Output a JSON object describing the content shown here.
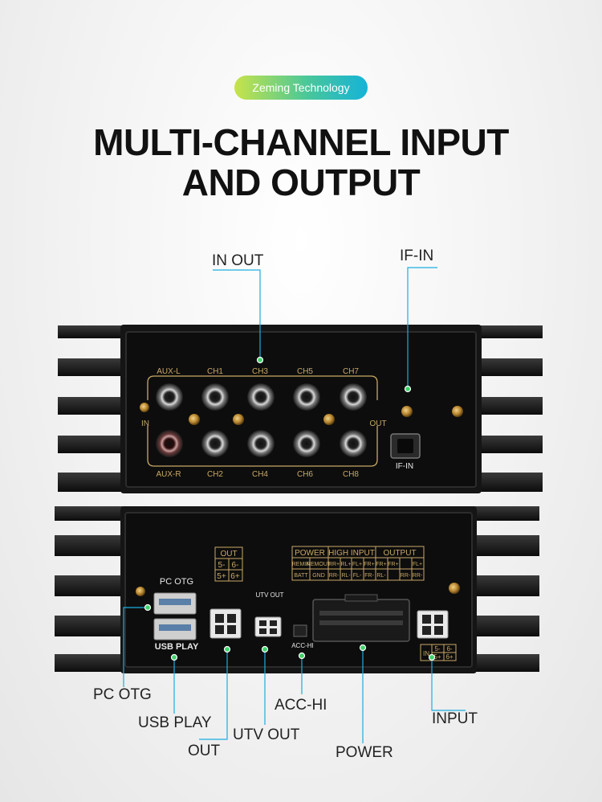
{
  "brand_badge": "Zeming Technology",
  "headline": {
    "line1": "MULTI-CHANNEL INPUT",
    "line2": "AND OUTPUT"
  },
  "callouts": {
    "in_out": "IN OUT",
    "if_in": "IF-IN",
    "pc_otg": "PC OTG",
    "usb_play": "USB PLAY",
    "out": "OUT",
    "utv_out": "UTV OUT",
    "acc_hi": "ACC-HI",
    "power": "POWER",
    "input": "INPUT"
  },
  "top_panel": {
    "top_labels": [
      "AUX-L",
      "CH1",
      "CH3",
      "CH5",
      "CH7"
    ],
    "bottom_labels": [
      "AUX-R",
      "CH2",
      "CH4",
      "CH6",
      "CH8"
    ],
    "in_label": "IN",
    "out_label": "OUT",
    "ifin_label": "IF-IN"
  },
  "bottom_panel": {
    "pc_otg_silk": "PC  OTG",
    "usb_play_silk": "USB PLAY",
    "out_table": {
      "title": "OUT",
      "cells": [
        "5-",
        "6-",
        "5+",
        "6+"
      ]
    },
    "utv_out_silk": "UTV OUT",
    "acc_hi_silk": "ACC-HI",
    "pin_table": {
      "headers": [
        "POWER",
        "HIGH INPUT",
        "OUTPUT"
      ],
      "row1": [
        "REMIN",
        "REMOUT",
        "RR+",
        "RL+",
        "FL+",
        "FR+",
        "FR+",
        "FR+",
        "FL+"
      ],
      "row2": [
        "BATT",
        "GND",
        "RR-",
        "RL-",
        "FL-",
        "FR-",
        "RL-",
        "RR-",
        "RR-"
      ]
    },
    "input_table": {
      "title": "IN",
      "cells": [
        "5-",
        "6-",
        "5+",
        "6+"
      ]
    }
  },
  "colors": {
    "accent_line": "#1aaee0",
    "silkscreen": "#c9a866",
    "heatsink": "#141414",
    "badge_start": "#c7e34a",
    "badge_end": "#15b3d8"
  }
}
